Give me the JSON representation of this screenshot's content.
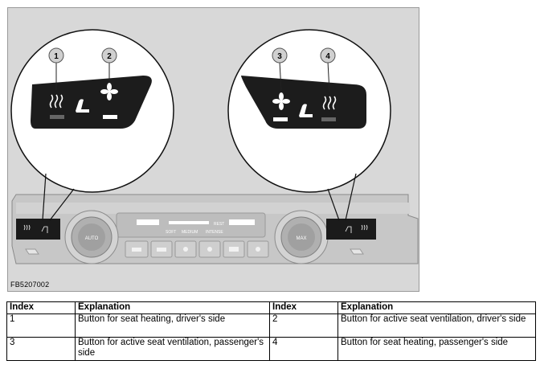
{
  "figure": {
    "code": "FB5207002",
    "callouts": [
      "1",
      "2",
      "3",
      "4"
    ],
    "panel": {
      "left_knob_label": "AUTO",
      "right_knob_label": "MAX",
      "display_modes": [
        "SOFT",
        "MEDIUM",
        "INTENSE"
      ],
      "display_text": "REST"
    },
    "icons": {
      "callout_1": "seat-heating-icon",
      "callout_2": "seat-ventilation-icon",
      "callout_3": "seat-ventilation-icon",
      "callout_4": "seat-heating-icon"
    }
  },
  "table": {
    "headers": [
      "Index",
      "Explanation",
      "Index",
      "Explanation"
    ],
    "rows": [
      [
        {
          "index": "1",
          "explanation": "Button for seat heating, driver's side"
        },
        {
          "index": "2",
          "explanation": "Button for active seat ventilation, driver's side"
        }
      ],
      [
        {
          "index": "3",
          "explanation": "Button for active seat ventilation, passenger's side"
        },
        {
          "index": "4",
          "explanation": "Button for seat heating, passenger's side"
        }
      ]
    ]
  }
}
